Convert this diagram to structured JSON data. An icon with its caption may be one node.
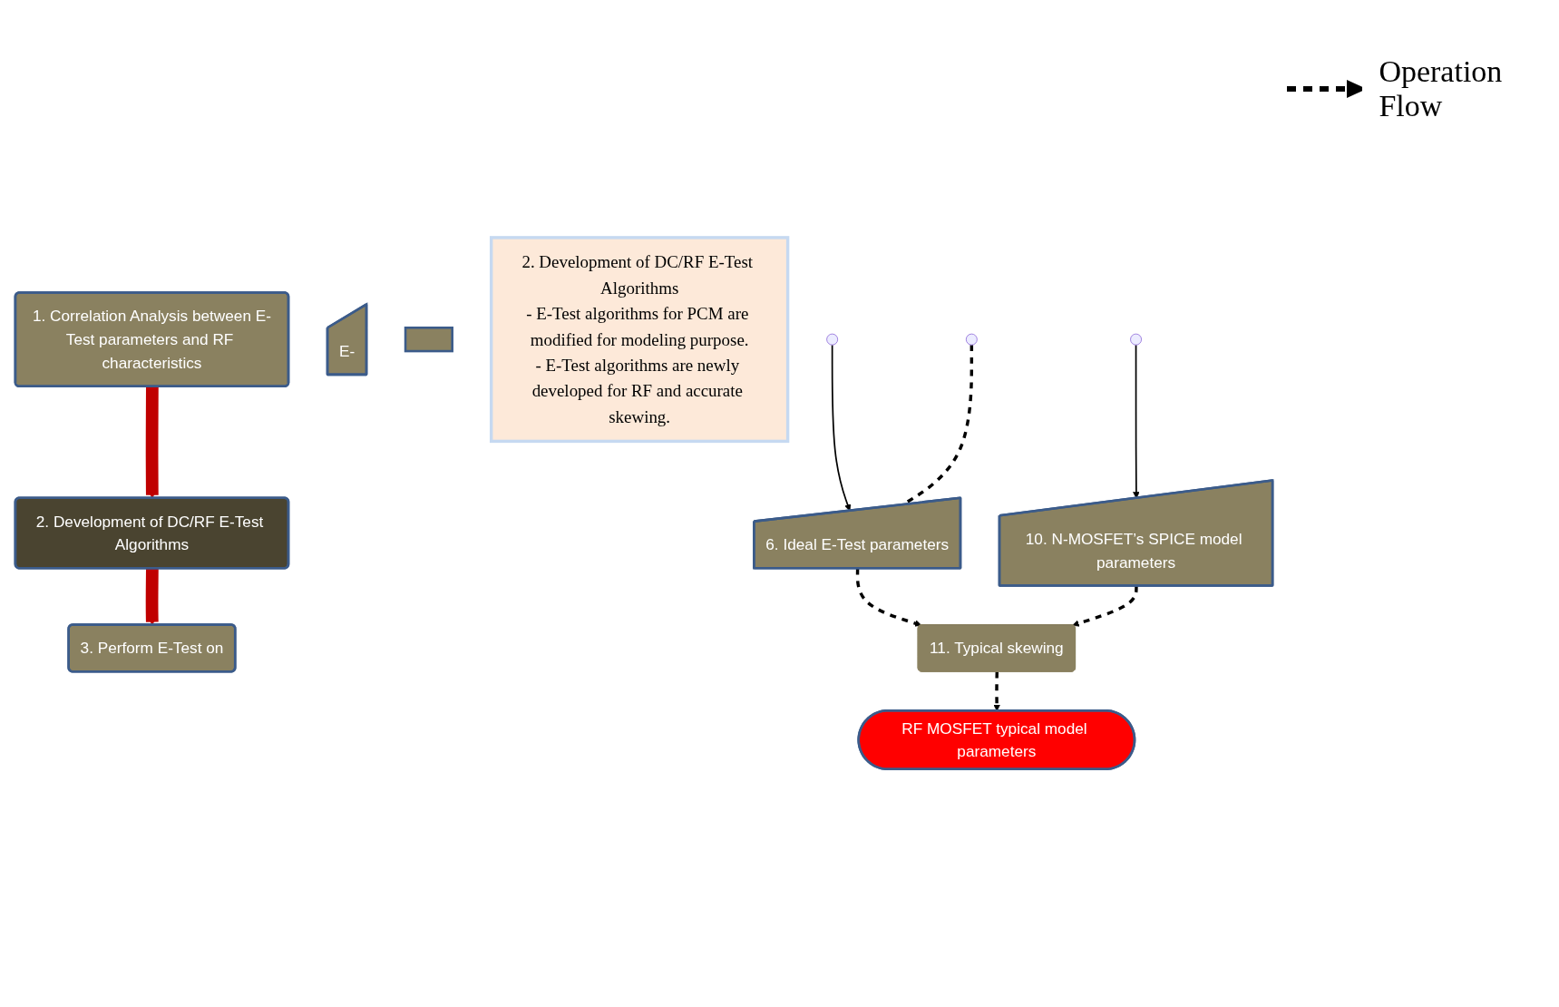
{
  "diagram": {
    "nodes": [
      {
        "text": [
          "2. Development of DC/RF E-Test Algorithms"
        ]
      },
      {
        "text": [
          "1. Correlation Analysis between E-Test parameters and RF characteristics"
        ]
      },
      {
        "text": [
          "3. Perform E-Test  on"
        ]
      },
      {
        "text": [
          "E-"
        ]
      },
      {
        "text": [],
        "shape": "box"
      },
      {
        "text": [
          "6. Ideal E-Test parameters"
        ]
      },
      {
        "text": [
          "11. Typical skewing"
        ]
      },
      {
        "text": [
          "10. N-MOSFET’s SPICE model parameters"
        ]
      },
      {
        "text": [
          "RF MOSFET typical model parameters"
        ]
      },
      {
        "text": [
          "2. Development of DC/RF E-Test Algorithms",
          "- E-Test algorithms for PCM are modified for modeling purpose.",
          "- E-Test algorithms are newly developed for RF and accurate skewing."
        ]
      }
    ],
    "edges": [
      {
        "from": 1,
        "to": 0,
        "arrow": "to",
        "style": "thick",
        "color": "#c00000"
      },
      {
        "from": 0,
        "to": 2,
        "arrow": "to",
        "style": "thick",
        "color": "#c00000"
      },
      {
        "from": null,
        "to": 5,
        "arrow": "to"
      },
      {
        "from": null,
        "to": 5,
        "arrow": "none",
        "style": "dashed"
      },
      {
        "from": 5,
        "to": 6,
        "arrow": "to",
        "style": "dashed"
      },
      {
        "from": null,
        "to": 7,
        "arrow": "to"
      },
      {
        "from": 7,
        "to": 6,
        "arrow": "to",
        "style": "dashed"
      },
      {
        "from": 6,
        "to": 8,
        "arrow": "to",
        "style": "dashed"
      }
    ],
    "legend": [
      {
        "text": "Operation Flow"
      }
    ]
  }
}
